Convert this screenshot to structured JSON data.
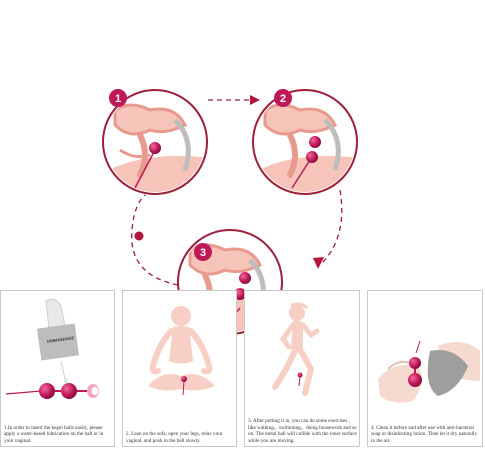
{
  "colors": {
    "accent": "#c0195a",
    "arrow": "#b3143c",
    "dashed": "#9e1f3a",
    "skin": "#f6c4b8",
    "tissue": "#e89a8f",
    "silhouette": "#f8cfc4"
  },
  "steps": [
    {
      "number": "1"
    },
    {
      "number": "2"
    },
    {
      "number": "3"
    }
  ],
  "package_label": "DRIMASHAGE",
  "instructions": [
    {
      "text": "1.In order to insert the kegel balls easily, please apply a water-based lubrication on the ball or in your vaginal."
    },
    {
      "text": "2. Lean on the sofa, open your legs, relax your vaginal, and push in the ball slowly."
    },
    {
      "text": "3. After putting it in, you can do some exercises , like walking、swimming、doing housework and so on. The metal ball will collide with the inner surface while you are moving."
    },
    {
      "text": "4. Clean it before and after use with anti-bacterial soap or disinfecting lotion. Then let it dry naturally in the air."
    }
  ]
}
